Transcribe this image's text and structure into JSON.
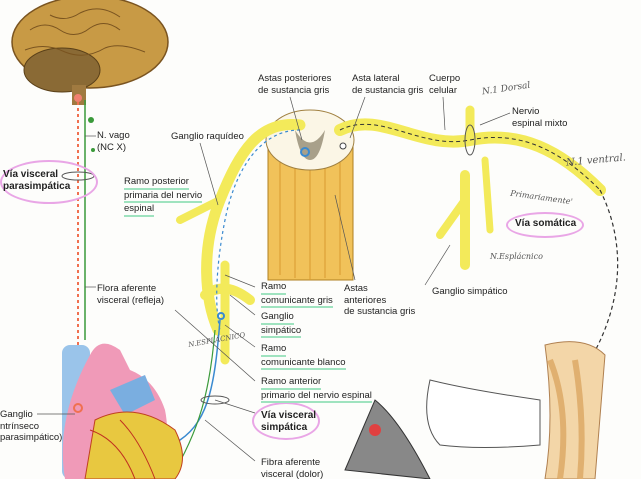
{
  "labels": {
    "astas_posteriores": [
      "Astas posteriores",
      "de sustancia gris"
    ],
    "asta_lateral": [
      "Asta lateral",
      "de sustancia gris"
    ],
    "cuerpo_celular": [
      "Cuerpo",
      "celular"
    ],
    "nervio_espinal_mixto": [
      "Nervio",
      "espinal mixto"
    ],
    "ganglio_raquideo": "Ganglio raquídeo",
    "n_vago": [
      "N. vago",
      "(NC X)"
    ],
    "via_parasimpatica": [
      "Vía visceral",
      "parasimpática"
    ],
    "ramo_posterior": [
      "Ramo posterior",
      "primaria del nervio",
      "espinal"
    ],
    "via_somatica": "Vía somática",
    "fibra_refleja": [
      "Flora aferente",
      "visceral (refleja)"
    ],
    "ramo_gris": [
      "Ramo",
      "comunicante gris"
    ],
    "ganglio_simpatico_left": [
      "Ganglio",
      "simpático"
    ],
    "astas_anteriores": [
      "Astas",
      "anteriores",
      "de sustancia gris"
    ],
    "ganglio_simpatico_right": "Ganglio simpático",
    "ramo_blanco": [
      "Ramo",
      "comunicante blanco"
    ],
    "ramo_anterior": [
      "Ramo anterior",
      "primario del nervio espinal"
    ],
    "via_simpatica": [
      "Vía visceral",
      "simpática"
    ],
    "ganglio_intrinseco": [
      "Ganglio",
      "ntrínseco",
      "parasimpático)"
    ],
    "fibra_dolor": [
      "Fibra aferente",
      "visceral (dolor)"
    ]
  },
  "handwritten": {
    "n1_dorsal": "N.1 Dorsal",
    "n1_ventral": "N.1 ventral.",
    "primariamente": "Primariamente'",
    "n_esplacnico_right": "N.Esplácnico",
    "n_esplacnico_left": "N.ESPLÁCNICO"
  },
  "colors": {
    "nerve": "#f3ea5a",
    "brain": "#b98a3a",
    "vagus_green": "#3a9a3a",
    "parasym_red": "#f07050",
    "sym_blue": "#3a8ad0",
    "highlight_pink": "#e9a6e6"
  }
}
